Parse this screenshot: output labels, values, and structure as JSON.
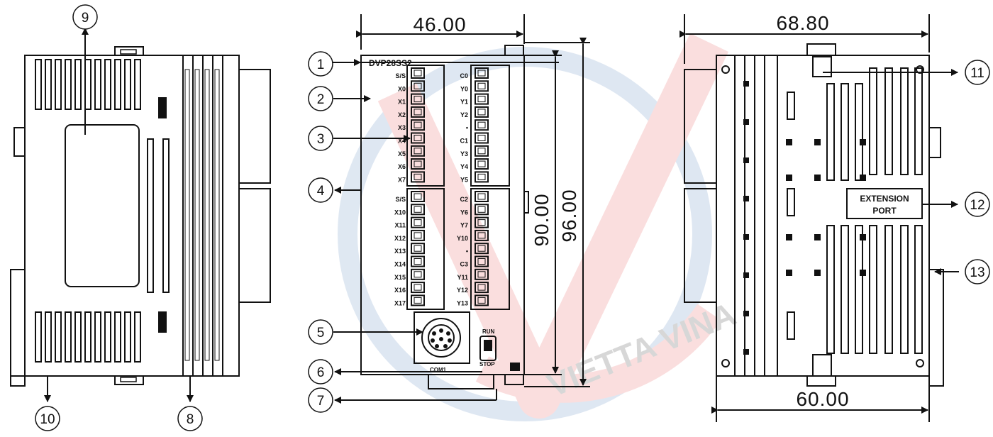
{
  "colors": {
    "line": "#111111",
    "watermark_red": "#e23b3b",
    "watermark_blue": "#3a6fb0"
  },
  "callouts": [
    {
      "id": "1",
      "label": "1"
    },
    {
      "id": "2",
      "label": "2"
    },
    {
      "id": "3",
      "label": "3"
    },
    {
      "id": "4",
      "label": "4"
    },
    {
      "id": "5",
      "label": "5"
    },
    {
      "id": "6",
      "label": "6"
    },
    {
      "id": "7",
      "label": "7"
    },
    {
      "id": "8",
      "label": "8"
    },
    {
      "id": "9",
      "label": "9"
    },
    {
      "id": "10",
      "label": "10"
    },
    {
      "id": "11",
      "label": "11"
    },
    {
      "id": "12",
      "label": "12"
    },
    {
      "id": "13",
      "label": "13"
    }
  ],
  "dimensions": {
    "front_width": "46.00",
    "back_width": "68.80",
    "back_bottom_width": "60.00",
    "height_inner": "90.00",
    "height_outer": "96.00"
  },
  "front_panel": {
    "model": "DVP28SS2",
    "input_top": [
      "S/S",
      "X0",
      "X1",
      "X2",
      "X3",
      "X4",
      "X5",
      "X6",
      "X7"
    ],
    "output_top": [
      "C0",
      "Y0",
      "Y1",
      "Y2",
      "•",
      "C1",
      "Y3",
      "Y4",
      "Y5"
    ],
    "input_bottom": [
      "S/S",
      "X10",
      "X11",
      "X12",
      "X13",
      "X14",
      "X15",
      "X16",
      "X17"
    ],
    "output_bottom": [
      "C2",
      "Y6",
      "Y7",
      "Y10",
      "•",
      "C3",
      "Y11",
      "Y12",
      "Y13"
    ],
    "switch_run": "RUN",
    "switch_stop": "STOP",
    "com_port": "COM1"
  },
  "back_panel": {
    "extension_line1": "EXTENSION",
    "extension_line2": "PORT"
  },
  "watermark": {
    "text": "VIETTA VINA"
  }
}
